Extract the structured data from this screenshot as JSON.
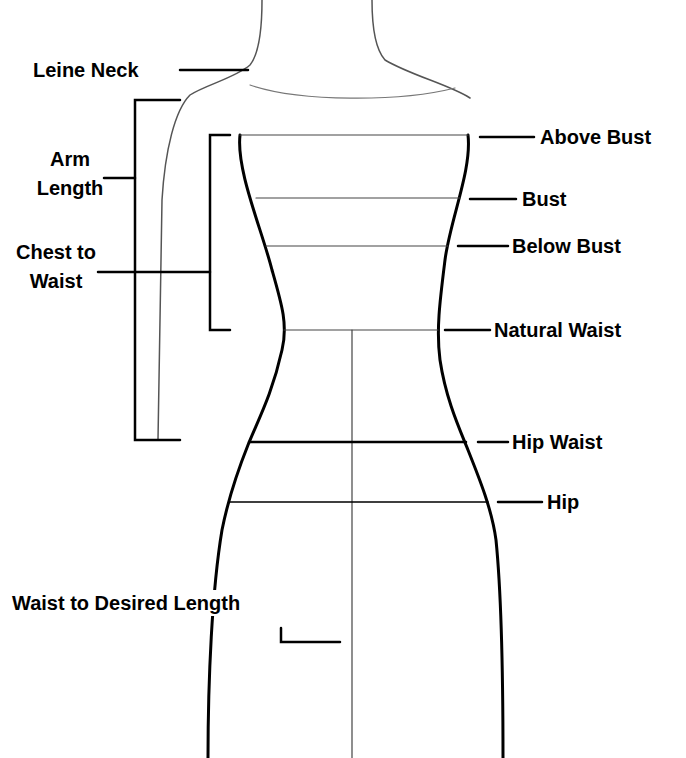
{
  "diagram": {
    "labels": [
      "Leine Neck",
      "Arm Length",
      "Chest to Waist",
      "Above Bust",
      "Bust",
      "Below Bust",
      "Natural Waist",
      "Hip Waist",
      "Hip",
      "Waist to Desired Length"
    ]
  }
}
